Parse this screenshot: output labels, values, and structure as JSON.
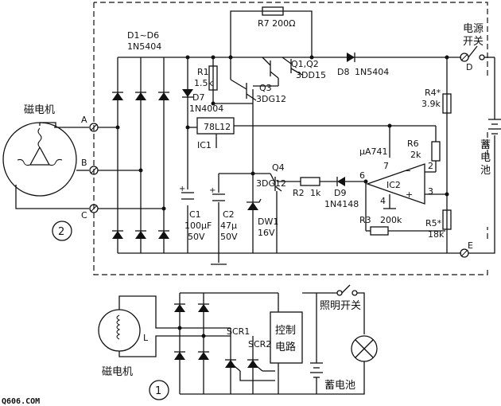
{
  "labels": {
    "r7": "R7 200Ω",
    "d1_d6": "D1~D6",
    "d1_d6_part": "1N5404",
    "q12": "Q1,Q2",
    "q12_part": "3DD15",
    "q3": "Q3",
    "q3_part": "3DG12",
    "d8": "D8",
    "d8_part": "1N5404",
    "r1": "R1",
    "r1_val": "1.5k",
    "d7": "D7",
    "d7_part": "1N4004",
    "ic1": "IC1",
    "ic1_part": "78L12",
    "power_switch_1": "电源",
    "power_switch_2": "开关",
    "terminal_d": "D",
    "terminal_e": "E",
    "r4": "R4*",
    "r4_val": "3.9k",
    "battery_1": "蓄",
    "battery_2": "电",
    "battery_3": "池",
    "magneto": "磁电机",
    "term_a": "A",
    "term_b": "B",
    "term_c": "C",
    "circle_2": "2",
    "ua741": "μA741",
    "r6": "R6",
    "r6_val": "2k",
    "q4": "Q4",
    "q4_part": "3DG12",
    "r2": "R2",
    "r2_val": "1k",
    "d9": "D9",
    "d9_part": "1N4148",
    "ic2": "IC2",
    "pin6": "6",
    "pin7": "7",
    "pin2": "2",
    "pin3": "3",
    "pin4": "4",
    "minus": "−",
    "plus": "+",
    "r3": "R3",
    "r3_val": "200k",
    "r5": "R5*",
    "r5_val": "18k",
    "c1": "C1",
    "c1_val": "100μF",
    "c1_v": "50V",
    "c2": "C2",
    "c2_val": "47μ",
    "c2_v": "50V",
    "dw1": "DW1",
    "dw1_val": "16V",
    "light_switch": "照明开关",
    "scr1": "SCR1",
    "scr2": "SCR2",
    "control_1": "控制",
    "control_2": "电路",
    "magneto_2": "磁电机",
    "l": "L",
    "battery_bottom": "蓄电池",
    "circle_1": "1",
    "watermark": "Q606.COM"
  }
}
